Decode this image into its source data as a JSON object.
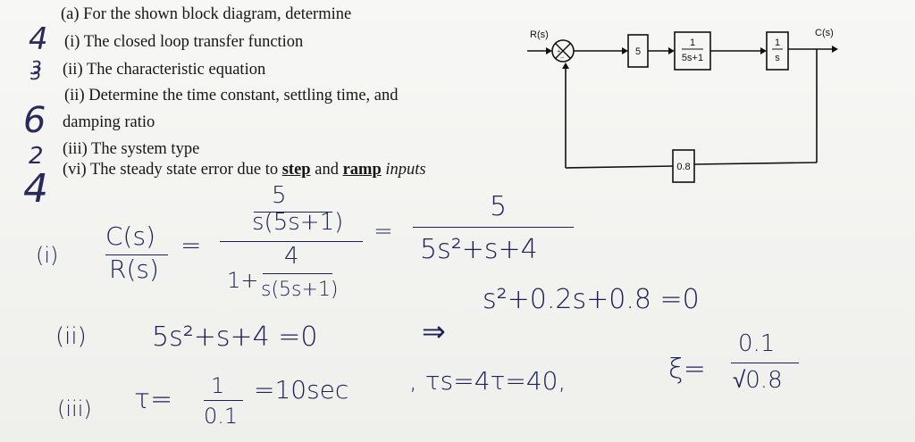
{
  "question": {
    "a": "(a) For the shown block diagram, determine",
    "i": "(i) The closed loop transfer function",
    "ii": "(ii) The characteristic equation",
    "ii2_line1": "(ii)   Determine the time constant, settling time, and",
    "ii2_line2": "damping ratio",
    "iii": "(iii)   The system type",
    "vi_prefix": "(vi) The steady state error due to ",
    "vi_step": "step",
    "vi_and": " and ",
    "vi_ramp": "ramp",
    "vi_inputs": " inputs"
  },
  "marks": {
    "m1": "4",
    "m2": "3",
    "m3": "3",
    "m4": "6",
    "m5": "2",
    "m6": "4"
  },
  "diagram": {
    "input": "R(s)",
    "output": "C(s)",
    "gain_block": "5",
    "plant_num": "1",
    "plant_den": "5s+1",
    "integrator_num": "1",
    "integrator_den": "s",
    "feedback": "0.8"
  },
  "solution": {
    "i_label": "(i)",
    "cs": "C(s)",
    "rs": "R(s)",
    "eq1": "=",
    "num_top": "5",
    "num_bot": "s(5s+1)",
    "one_plus": "1+",
    "den_top": "4",
    "den_bot": "s(5s+1)",
    "eq2": "=",
    "res_top": "5",
    "res_bot": "5s²+s+4",
    "ii_label": "(ii)",
    "char_eq": "5s²+s+4 =0",
    "arrow": "⇒",
    "char_eq2": "s²+0.2s+0.8 =0",
    "iii_label": "(iii)",
    "tau": "τ=",
    "tau_top": "1",
    "tau_bot": "0.1",
    "tau_val": "=10sec",
    "ts": ", τs=4τ=40,",
    "zeta": "ξ=",
    "zeta_top": "0.1",
    "zeta_bot": "√0.8"
  }
}
